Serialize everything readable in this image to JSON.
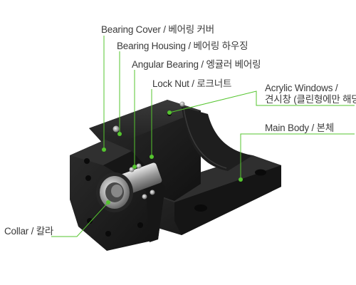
{
  "labels": {
    "bearing_cover": "Bearing Cover / 베어링 커버",
    "bearing_housing": "Bearing Housing / 베어링 하우징",
    "angular_bearing": "Angular Bearing / 엥귤러 베어링",
    "lock_nut": "Lock Nut / 로크너트",
    "acrylic_windows_1": "Acrylic Windows /",
    "acrylic_windows_2": "견시창 (클린형에만 해당)",
    "main_body": "Main Body / 본체",
    "collar": "Collar / 칼라"
  },
  "colors": {
    "leader": "#55c52f",
    "part_body": "#1b1b1b",
    "part_edge": "#2e2e2e",
    "text": "#3a3a3a"
  }
}
